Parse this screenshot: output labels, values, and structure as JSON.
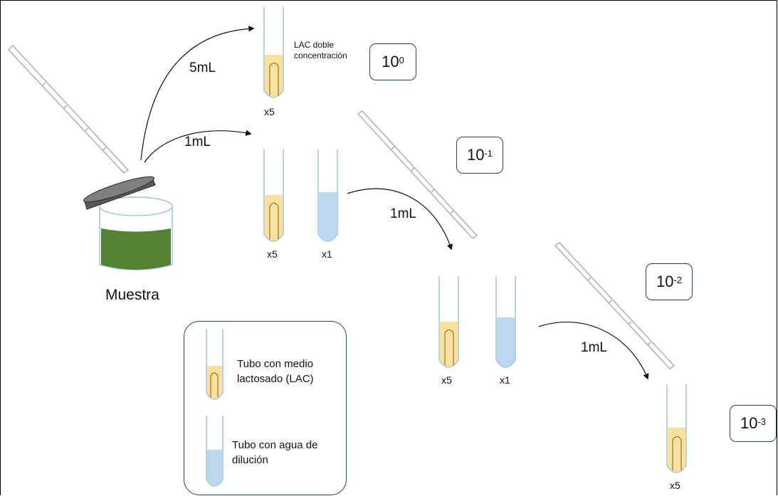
{
  "labels": {
    "transfer_5ml": "5mL",
    "transfer_1ml_a": "1mL",
    "transfer_1ml_b": "1mL",
    "transfer_1ml_c": "1mL",
    "sample": "Muestra",
    "lac_double_line1": "LAC doble",
    "lac_double_line2": "concentración"
  },
  "multipliers": {
    "row0": "x5",
    "row1_lac": "x5",
    "row1_water": "x1",
    "row2_lac": "x5",
    "row2_water": "x1",
    "row3": "x5"
  },
  "dilutions": [
    {
      "base": "10",
      "exp": "0"
    },
    {
      "base": "10",
      "exp": "-1"
    },
    {
      "base": "10",
      "exp": "-2"
    },
    {
      "base": "10",
      "exp": "-3"
    }
  ],
  "legend": {
    "lac_line1": "Tubo con medio",
    "lac_line2": "lactosado (LAC)",
    "water_line1": "Tubo con agua de",
    "water_line2": "dilución"
  },
  "colors": {
    "lac_fill": "#fae09e",
    "water_fill": "#bdd7ee",
    "tube_outline": "#9dc3e6",
    "sample_liquid": "#548235",
    "lid": "#595959",
    "box_border": "#2c4159"
  }
}
